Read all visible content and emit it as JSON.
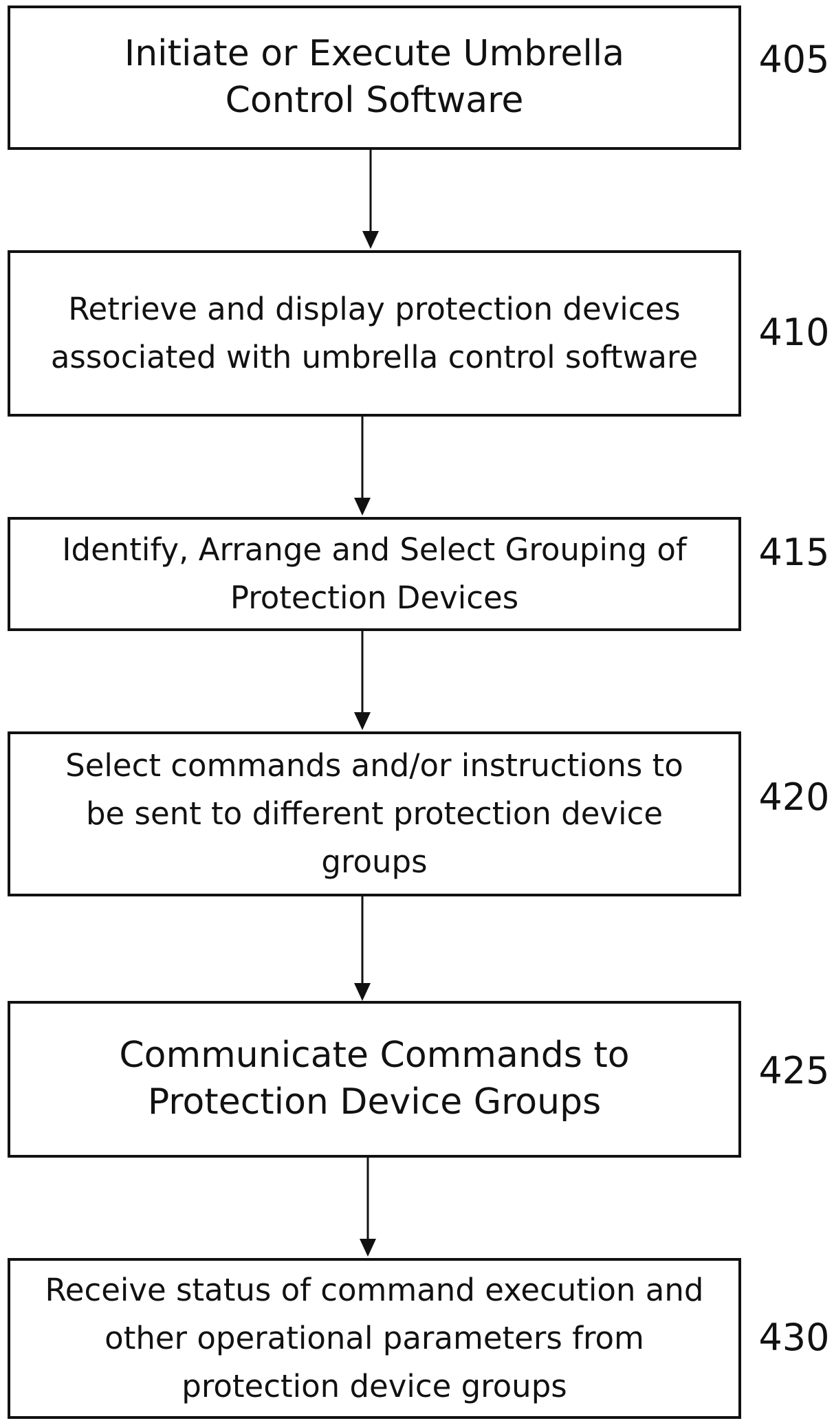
{
  "steps": [
    {
      "number": "405",
      "text": "Initiate or Execute Umbrella Control Software"
    },
    {
      "number": "410",
      "text": "Retrieve and display protection devices associated with umbrella control software"
    },
    {
      "number": "415",
      "text": "Identify, Arrange and Select Grouping of Protection Devices"
    },
    {
      "number": "420",
      "text": "Select commands and/or instructions to be sent to different protection device groups"
    },
    {
      "number": "425",
      "text": "Communicate Commands to Protection Device Groups"
    },
    {
      "number": "430",
      "text": "Receive status of command execution and other operational parameters from protection device groups"
    }
  ]
}
